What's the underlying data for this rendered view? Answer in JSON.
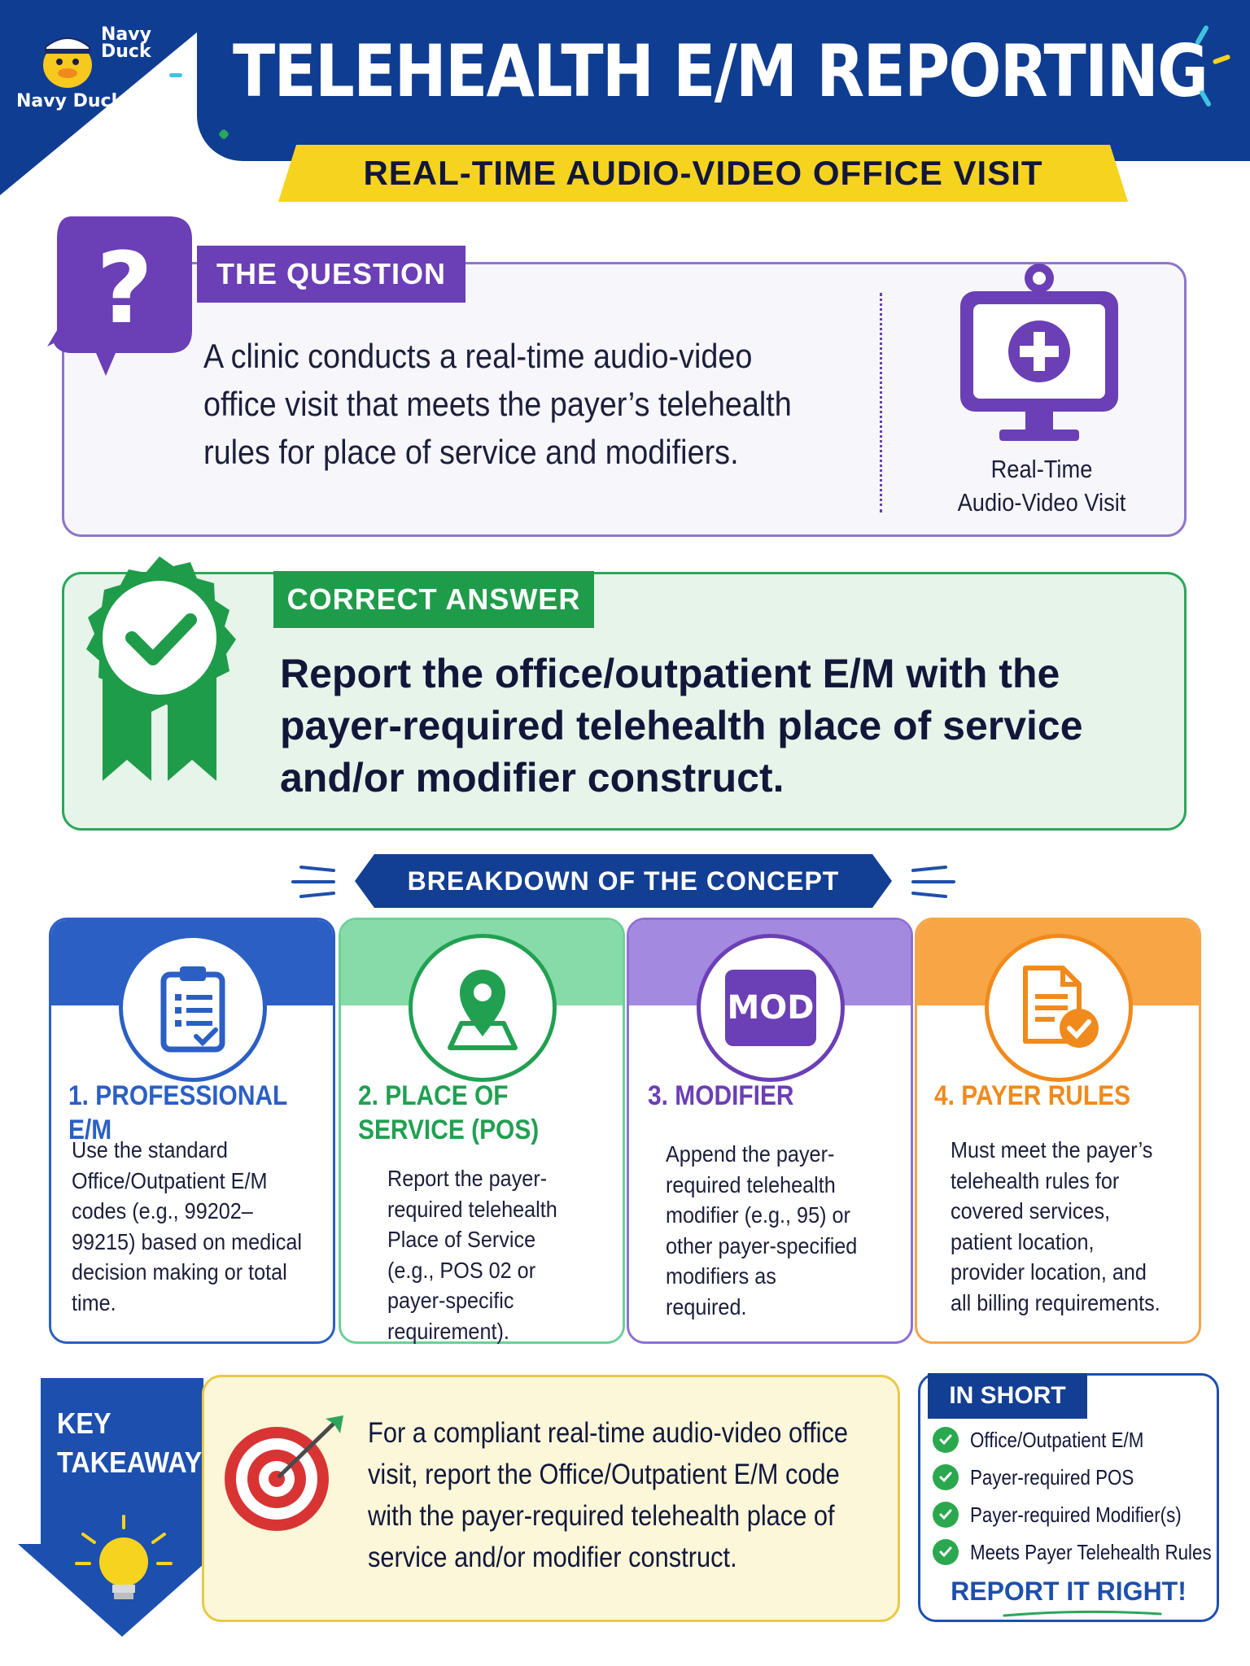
{
  "brand": {
    "logo_top": "Navy\nDuck",
    "logo_bottom": "Navy Duck"
  },
  "header": {
    "title": "TELEHEALTH E/M REPORTING",
    "subtitle": "REAL-TIME AUDIO-VIDEO OFFICE VISIT"
  },
  "question": {
    "label": "THE QUESTION",
    "text": "A clinic conducts a real-time audio-video office visit that meets the payer’s telehealth rules for place of service and modifiers.",
    "icon_caption": "Real-Time\nAudio-Video Visit",
    "icon": "telehealth-monitor-icon"
  },
  "answer": {
    "label": "CORRECT ANSWER",
    "text": "Report the office/outpatient E/M with the payer-required telehealth place of service and/or modifier construct.",
    "icon": "award-check-icon"
  },
  "breakdown": {
    "label": "BREAKDOWN OF THE CONCEPT",
    "cards": [
      {
        "title": "1. PROFESSIONAL E/M",
        "body": "Use the standard Office/Outpatient E/M codes (e.g., 99202–99215) based on medical decision making or total time.",
        "icon": "clipboard-icon",
        "color": "#2b5fc4"
      },
      {
        "title": "2. PLACE OF SERVICE (POS)",
        "body": "Report the payer-required telehealth Place of Service (e.g., POS 02 or payer-specific requirement).",
        "icon": "location-pin-icon",
        "color": "#21a052"
      },
      {
        "title": "3. MODIFIER",
        "body": "Append the payer-required telehealth modifier (e.g., 95) or other payer-specified modifiers as required.",
        "icon": "mod-icon",
        "icon_text": "MOD",
        "color": "#6b3fb5"
      },
      {
        "title": "4. PAYER RULES",
        "body": "Must meet the payer’s telehealth rules for covered services, patient location, provider location, and all billing requirements.",
        "icon": "document-check-icon",
        "color": "#f08a1c"
      }
    ]
  },
  "takeaway": {
    "title": "KEY\nTAKEAWAY",
    "text": "For a compliant real-time audio-video office visit, report the Office/Outpatient E/M code with the payer-required telehealth place of service and/or modifier construct.",
    "icon": "target-icon"
  },
  "in_short": {
    "label": "IN SHORT",
    "items": [
      "Office/Outpatient E/M",
      "Payer-required POS",
      "Payer-required Modifier(s)",
      "Meets Payer Telehealth Rules"
    ],
    "cta": "REPORT IT RIGHT!"
  },
  "colors": {
    "navy": "#0f3d91",
    "yellow": "#f6d31f",
    "purple": "#6b3fb5",
    "green": "#1f9c4a",
    "orange": "#f08a1c",
    "blue": "#2b5fc4"
  }
}
